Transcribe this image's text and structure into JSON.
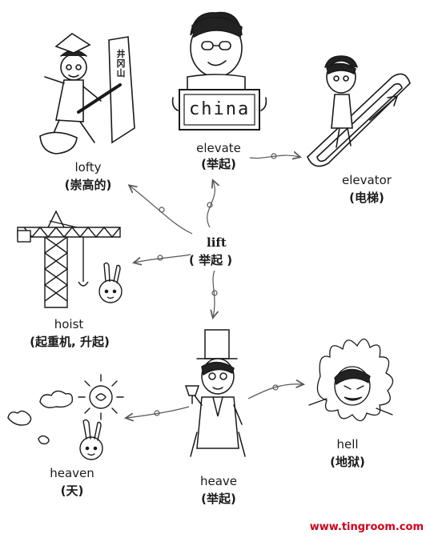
{
  "center": {
    "word": "lift",
    "gloss": "( 举起 )"
  },
  "nodes": {
    "elevate": {
      "word": "elevate",
      "gloss": "(举起)"
    },
    "elevator": {
      "word": "elevator",
      "gloss": "(电梯)"
    },
    "lofty": {
      "word": "lofty",
      "gloss": "(崇高的)"
    },
    "hoist": {
      "word": "hoist",
      "gloss": "(起重机, 升起)"
    },
    "heaven": {
      "word": "heaven",
      "gloss": "(天)"
    },
    "heave": {
      "word": "heave",
      "gloss": "(举起)"
    },
    "hell": {
      "word": "hell",
      "gloss": "(地狱)"
    }
  },
  "illustrations": {
    "sign_text": "china",
    "mountain_text": "井冈山"
  },
  "watermark": "www.tingroom.com",
  "colors": {
    "ink": "#1a1a1a",
    "line": "#555555",
    "watermark": "#d0001a"
  }
}
